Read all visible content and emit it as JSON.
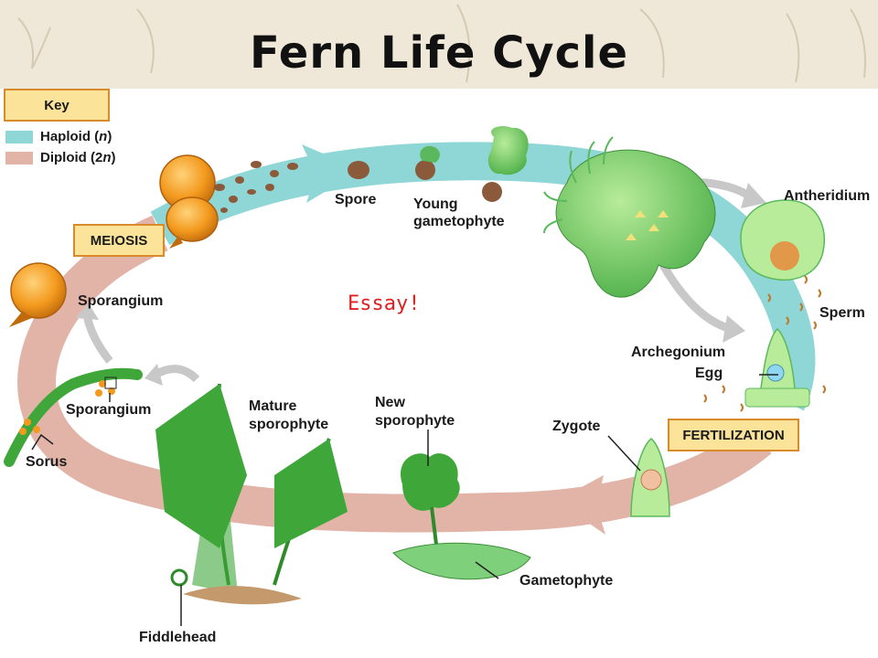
{
  "title": "Fern Life Cycle",
  "key": {
    "heading": "Key",
    "haploid": "Haploid (n)",
    "diploid": "Diploid (2n)",
    "haploid_color": "#8fd6d6",
    "diploid_color": "#e2b4a8"
  },
  "stages": {
    "meiosis": "MEIOSIS",
    "fertilization": "FERTILIZATION"
  },
  "labels": {
    "spore": "Spore",
    "young_gametophyte_1": "Young",
    "young_gametophyte_2": "gametophyte",
    "antheridium": "Antheridium",
    "sperm": "Sperm",
    "archegonium": "Archegonium",
    "egg": "Egg",
    "zygote": "Zygote",
    "new_sporophyte_1": "New",
    "new_sporophyte_2": "sporophyte",
    "gametophyte": "Gametophyte",
    "mature_sporophyte_1": "Mature",
    "mature_sporophyte_2": "sporophyte",
    "sporangium_top": "Sporangium",
    "sporangium_bottom": "Sporangium",
    "sorus": "Sorus",
    "fiddlehead": "Fiddlehead"
  },
  "note": "Essay!"
}
